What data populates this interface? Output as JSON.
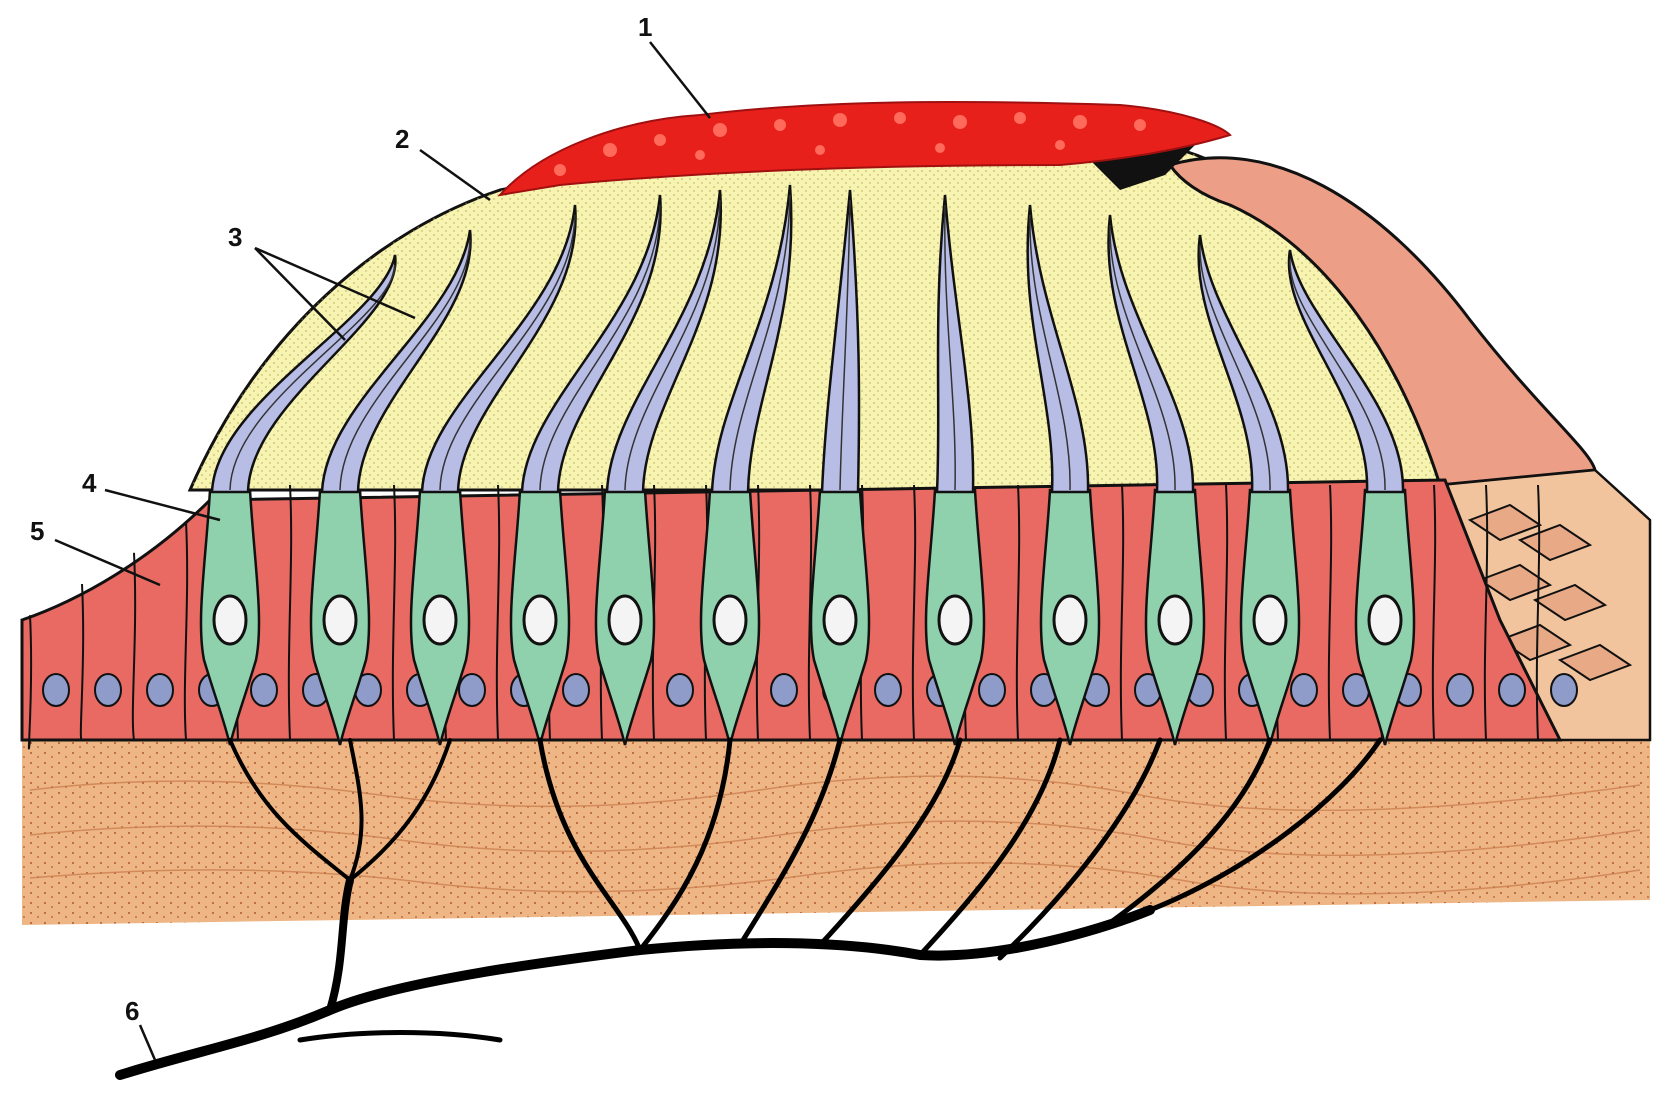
{
  "diagram": {
    "labels": [
      {
        "id": "1",
        "text": "1"
      },
      {
        "id": "2",
        "text": "2"
      },
      {
        "id": "3",
        "text": "3"
      },
      {
        "id": "4",
        "text": "4"
      },
      {
        "id": "5",
        "text": "5"
      },
      {
        "id": "6",
        "text": "6"
      }
    ],
    "colors": {
      "otolith_crystals": "#e8201c",
      "gel_membrane": "#f7f3b0",
      "hair_bundle": "#b8bde6",
      "hair_cell": "#8fd0ad",
      "supporting_cell": "#e86a62",
      "nucleus": "#8f9bc8",
      "connective_tissue": "#eeb684",
      "right_wall": "#ec9f86",
      "nerve_fiber": "#000000",
      "outline": "#111111"
    }
  }
}
